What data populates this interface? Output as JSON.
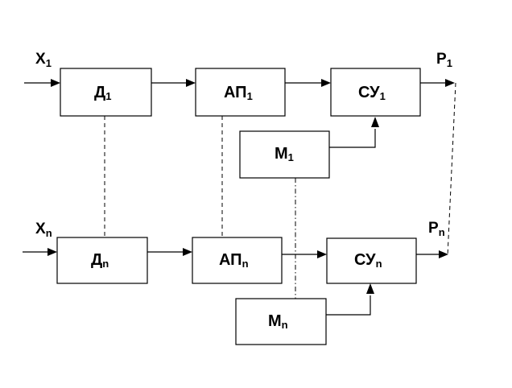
{
  "inputs": {
    "top": {
      "main": "X",
      "sub": "1"
    },
    "bottom": {
      "main": "X",
      "sub": "n"
    }
  },
  "outputs": {
    "top": {
      "main": "P",
      "sub": "1"
    },
    "bottom": {
      "main": "P",
      "sub": "n"
    }
  },
  "blocks": {
    "d1": {
      "main": "Д",
      "sub": "1"
    },
    "ap1": {
      "main": "АП",
      "sub": "1"
    },
    "su1": {
      "main": "СУ",
      "sub": "1"
    },
    "m1": {
      "main": "М",
      "sub": "1"
    },
    "dn": {
      "main": "Д",
      "sub": "n"
    },
    "apn": {
      "main": "АП",
      "sub": "n"
    },
    "sun": {
      "main": "СУ",
      "sub": "n"
    },
    "mn": {
      "main": "М",
      "sub": "n"
    }
  }
}
